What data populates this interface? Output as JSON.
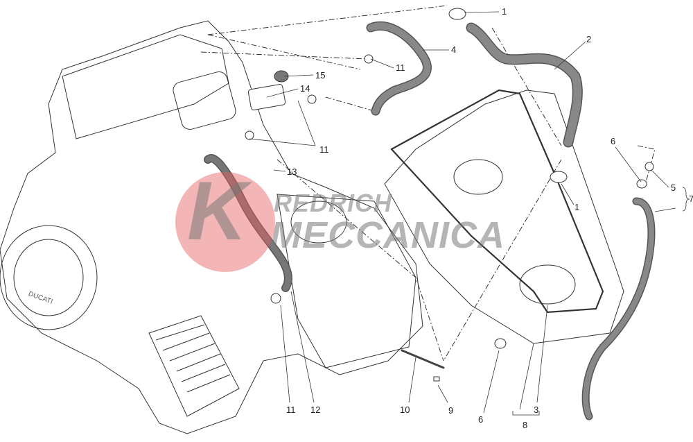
{
  "diagram": {
    "title": "",
    "watermark": {
      "logo_letter": "K",
      "line1": "REDRICH",
      "line2": "MECCANICA",
      "accent": "#e65c5c"
    },
    "callouts": [
      {
        "id": "c1a",
        "text": "1"
      },
      {
        "id": "c2",
        "text": "2"
      },
      {
        "id": "c4",
        "text": "4"
      },
      {
        "id": "c11a",
        "text": "11"
      },
      {
        "id": "c15",
        "text": "15"
      },
      {
        "id": "c14",
        "text": "14"
      },
      {
        "id": "c11b",
        "text": "11"
      },
      {
        "id": "c13",
        "text": "13"
      },
      {
        "id": "c6a",
        "text": "6"
      },
      {
        "id": "c5",
        "text": "5"
      },
      {
        "id": "c7",
        "text": "7"
      },
      {
        "id": "c1b",
        "text": "1"
      },
      {
        "id": "c11c",
        "text": "11"
      },
      {
        "id": "c12",
        "text": "12"
      },
      {
        "id": "c10",
        "text": "10"
      },
      {
        "id": "c9",
        "text": "9"
      },
      {
        "id": "c6b",
        "text": "6"
      },
      {
        "id": "c3",
        "text": "3"
      },
      {
        "id": "c8",
        "text": "8"
      }
    ],
    "engine_case_text": "DUCATI"
  }
}
